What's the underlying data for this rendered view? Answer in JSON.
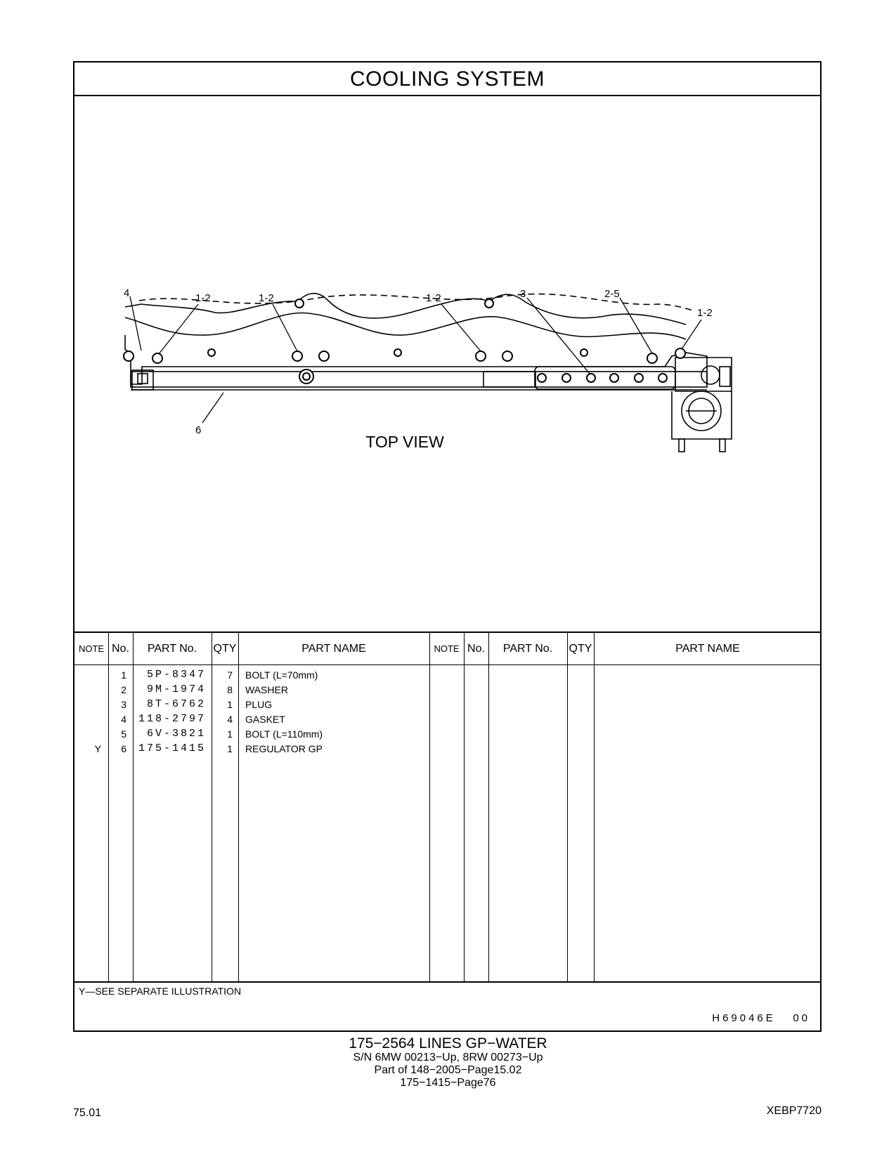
{
  "title": "COOLING  SYSTEM",
  "diagram": {
    "view_label": "TOP  VIEW",
    "callouts": [
      "4",
      "1-2",
      "1-2",
      "1-2",
      "3",
      "2-5",
      "1-2",
      "6"
    ]
  },
  "table": {
    "headers": [
      "NOTE",
      "No.",
      "PART No.",
      "QTY",
      "PART NAME",
      "NOTE",
      "No.",
      "PART No.",
      "QTY",
      "PART NAME"
    ],
    "rows": [
      {
        "note": "",
        "no": "1",
        "part_no": "5P-8347",
        "qty": "7",
        "name": "BOLT (L=70mm)"
      },
      {
        "note": "",
        "no": "2",
        "part_no": "9M-1974",
        "qty": "8",
        "name": "WASHER"
      },
      {
        "note": "",
        "no": "3",
        "part_no": "8T-6762",
        "qty": "1",
        "name": "PLUG"
      },
      {
        "note": "",
        "no": "4",
        "part_no": "118-2797",
        "qty": "4",
        "name": "GASKET"
      },
      {
        "note": "",
        "no": "5",
        "part_no": "6V-3821",
        "qty": "1",
        "name": "BOLT (L=110mm)"
      },
      {
        "note": "Y",
        "no": "6",
        "part_no": "175-1415",
        "qty": "1",
        "name": "REGULATOR  GP"
      }
    ]
  },
  "footnote": "Y—SEE  SEPARATE  ILLUSTRATION",
  "illustration_code": "H69046E",
  "illustration_rev": "00",
  "caption": {
    "line1": "175−2564   LINES  GP−WATER",
    "line2": "S/N 6MW 00213−Up, 8RW 00273−Up",
    "line3": "Part of 148−2005−Page15.02",
    "line4": "175−1415−Page76"
  },
  "page_number": "75.01",
  "doc_id": "XEBP7720"
}
